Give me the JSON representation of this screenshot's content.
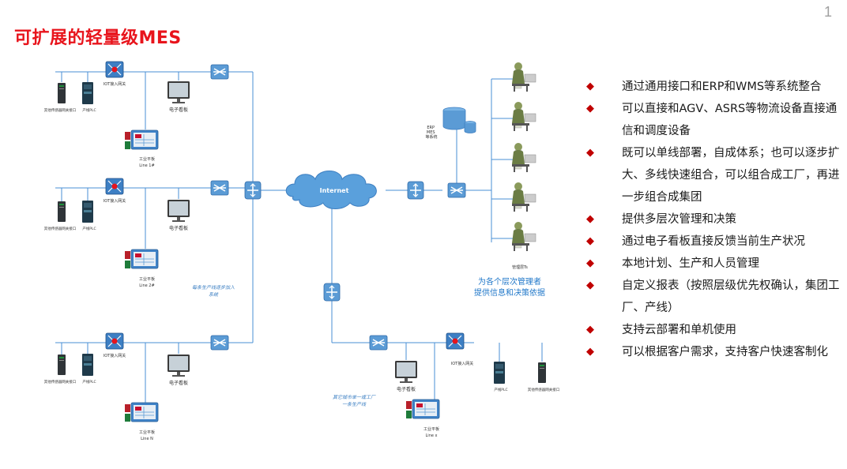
{
  "page_number": "1",
  "title": "可扩展的轻量级MES",
  "features": [
    "通过通用接口和ERP和WMS等系统整合",
    "可以直接和AGV、ASRS等物流设备直接通信和调度设备",
    "既可以单线部署，自成体系；也可以逐步扩大、多线快速组合，可以组合成工厂，再进一步组合成集团",
    "提供多层次管理和决策",
    "通过电子看板直接反馈当前生产状况",
    "本地计划、生产和人员管理",
    "自定义报表（按照层级优先权确认，集团工厂、产线）",
    "支持云部署和单机使用",
    "可以根据客户需求，支持客户快速客制化"
  ],
  "bullet_symbol": "◆",
  "colors": {
    "title": "#e8141c",
    "bullet": "#c00000",
    "line": "#4a8fd6",
    "device": "#5b9bd5",
    "caption": "#1f77c9"
  },
  "diagram": {
    "internet_label": "Internet",
    "db_label": "ERP\nMES\n等系统",
    "mgmt_caption_1": "为各个层次管理者",
    "mgmt_caption_2": "提供信息和决策依据",
    "mgmt_station_label": "管理层Ts",
    "lines": [
      {
        "gateway_label": "IOT接入网关",
        "board_label": "电子看板",
        "terminal_label": "工业平板",
        "terminal_sub": "Line 1#",
        "sensor_label": "其他传感器网关接口",
        "plc_label": "产线PLC"
      },
      {
        "gateway_label": "IOT接入网关",
        "board_label": "电子看板",
        "terminal_label": "工业平板",
        "terminal_sub": "Line 2#",
        "sensor_label": "其他传感器网关接口",
        "plc_label": "产线PLC"
      },
      {
        "gateway_label": "IOT接入网关",
        "board_label": "电子看板",
        "terminal_label": "工业平板",
        "terminal_sub": "Line N",
        "sensor_label": "其他传感器网关接口",
        "plc_label": "产线PLC"
      },
      {
        "gateway_label": "IOT接入网关",
        "board_label": "电子看板",
        "terminal_label": "工业平板",
        "terminal_sub": "Line x",
        "sensor_label": "其他传感器网关接口",
        "plc_label": "产线PLC"
      }
    ],
    "note_add_line_1": "每条生产线逐步加入",
    "note_add_line_2": "系统",
    "note_factory_1": "其它城市单一或工厂",
    "note_factory_2": "一条生产线"
  }
}
